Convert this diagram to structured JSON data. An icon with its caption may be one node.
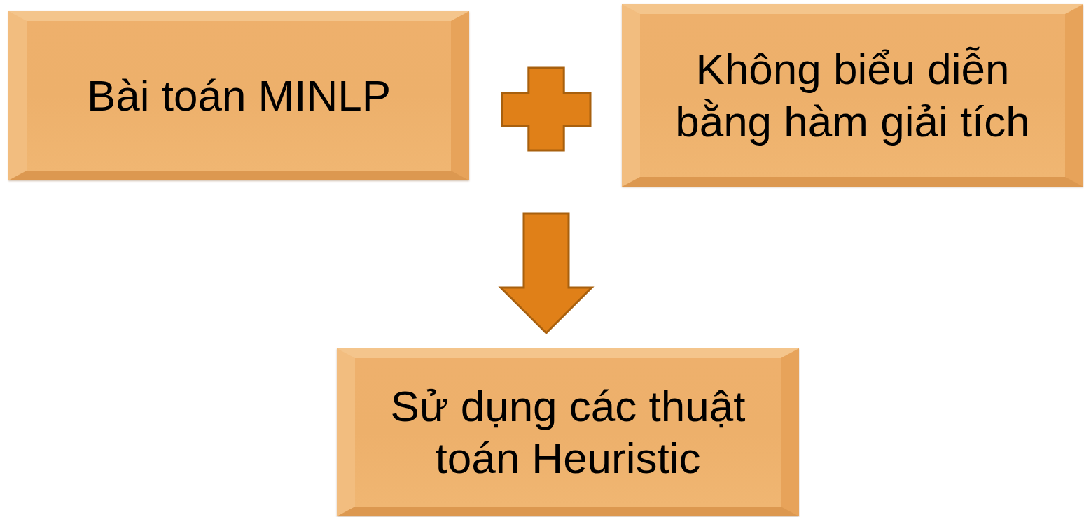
{
  "diagram": {
    "nodes": [
      {
        "text": [
          "Bài toán MINLP"
        ]
      },
      {
        "text": [
          "Không biểu diễn bằng hàm giải tích"
        ]
      },
      {
        "text": [],
        "shape": "plus"
      },
      {
        "text": [
          "Sử dụng các thuật toán Heuristic"
        ]
      }
    ],
    "edges": [
      {
        "from": 2,
        "to": 3,
        "arrow": "to",
        "style": "thick"
      }
    ]
  }
}
